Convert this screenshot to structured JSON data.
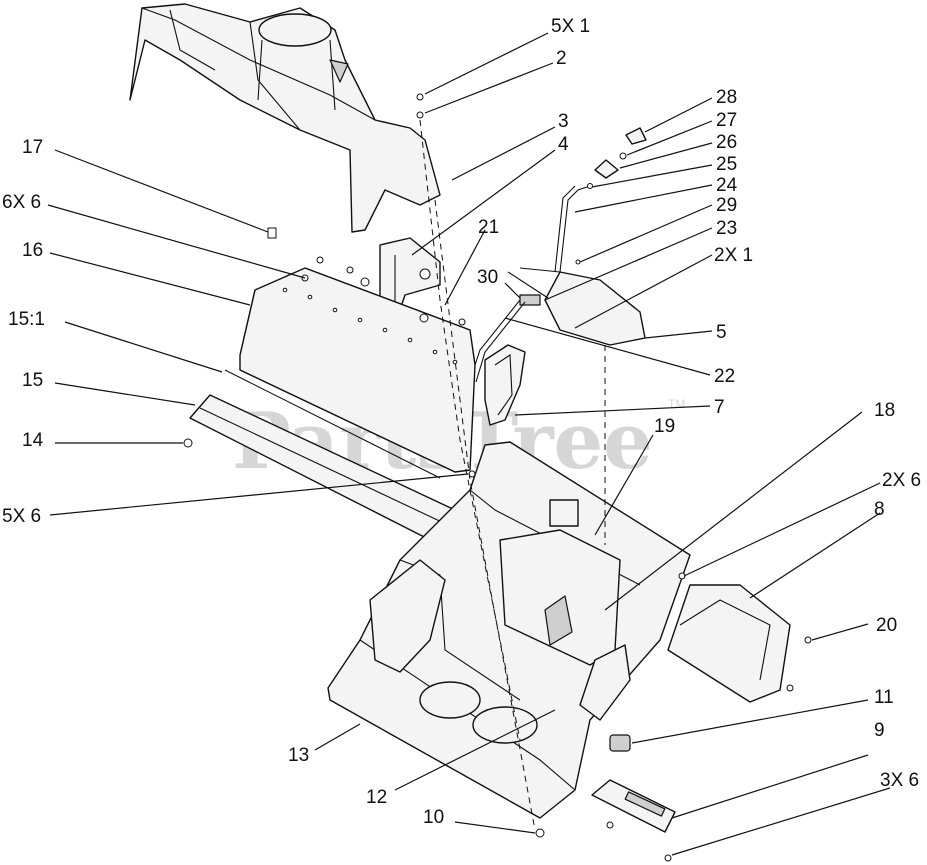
{
  "watermark": {
    "text": "PartsTree",
    "tm": "TM"
  },
  "callouts": [
    {
      "id": "c-5x1-top",
      "text": "5X 1"
    },
    {
      "id": "c-2",
      "text": "2"
    },
    {
      "id": "c-3",
      "text": "3"
    },
    {
      "id": "c-4",
      "text": "4"
    },
    {
      "id": "c-17",
      "text": "17"
    },
    {
      "id": "c-6x6",
      "text": "6X 6"
    },
    {
      "id": "c-16",
      "text": "16"
    },
    {
      "id": "c-15-1",
      "text": "15:1"
    },
    {
      "id": "c-15",
      "text": "15"
    },
    {
      "id": "c-14",
      "text": "14"
    },
    {
      "id": "c-5x6",
      "text": "5X 6"
    },
    {
      "id": "c-21",
      "text": "21"
    },
    {
      "id": "c-30",
      "text": "30"
    },
    {
      "id": "c-28",
      "text": "28"
    },
    {
      "id": "c-27",
      "text": "27"
    },
    {
      "id": "c-26",
      "text": "26"
    },
    {
      "id": "c-25",
      "text": "25"
    },
    {
      "id": "c-24",
      "text": "24"
    },
    {
      "id": "c-29",
      "text": "29"
    },
    {
      "id": "c-23",
      "text": "23"
    },
    {
      "id": "c-2x1",
      "text": "2X 1"
    },
    {
      "id": "c-5",
      "text": "5"
    },
    {
      "id": "c-22",
      "text": "22"
    },
    {
      "id": "c-7",
      "text": "7"
    },
    {
      "id": "c-18",
      "text": "18"
    },
    {
      "id": "c-19",
      "text": "19"
    },
    {
      "id": "c-2x6",
      "text": "2X 6"
    },
    {
      "id": "c-8",
      "text": "8"
    },
    {
      "id": "c-20",
      "text": "20"
    },
    {
      "id": "c-11",
      "text": "11"
    },
    {
      "id": "c-9",
      "text": "9"
    },
    {
      "id": "c-3x6",
      "text": "3X 6"
    },
    {
      "id": "c-13",
      "text": "13"
    },
    {
      "id": "c-12",
      "text": "12"
    },
    {
      "id": "c-10",
      "text": "10"
    }
  ]
}
